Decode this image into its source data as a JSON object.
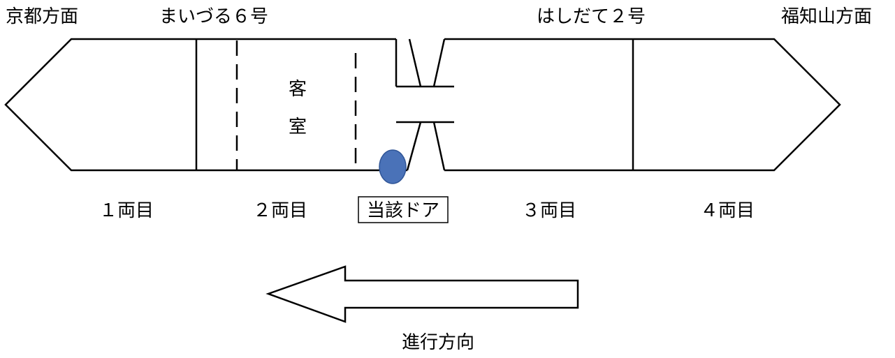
{
  "direction_left": "京都方面",
  "direction_right": "福知山方面",
  "train_left": "まいづる６号",
  "train_right": "はしだて２号",
  "cars": [
    "１両目",
    "２両目",
    "３両目",
    "４両目"
  ],
  "room_label_1": "客",
  "room_label_2": "室",
  "door_label": "当該ドア",
  "travel_direction": "進行方向",
  "colors": {
    "line": "#000000",
    "door_marker": "#4a72b8",
    "door_marker_edge": "#2f5597"
  }
}
